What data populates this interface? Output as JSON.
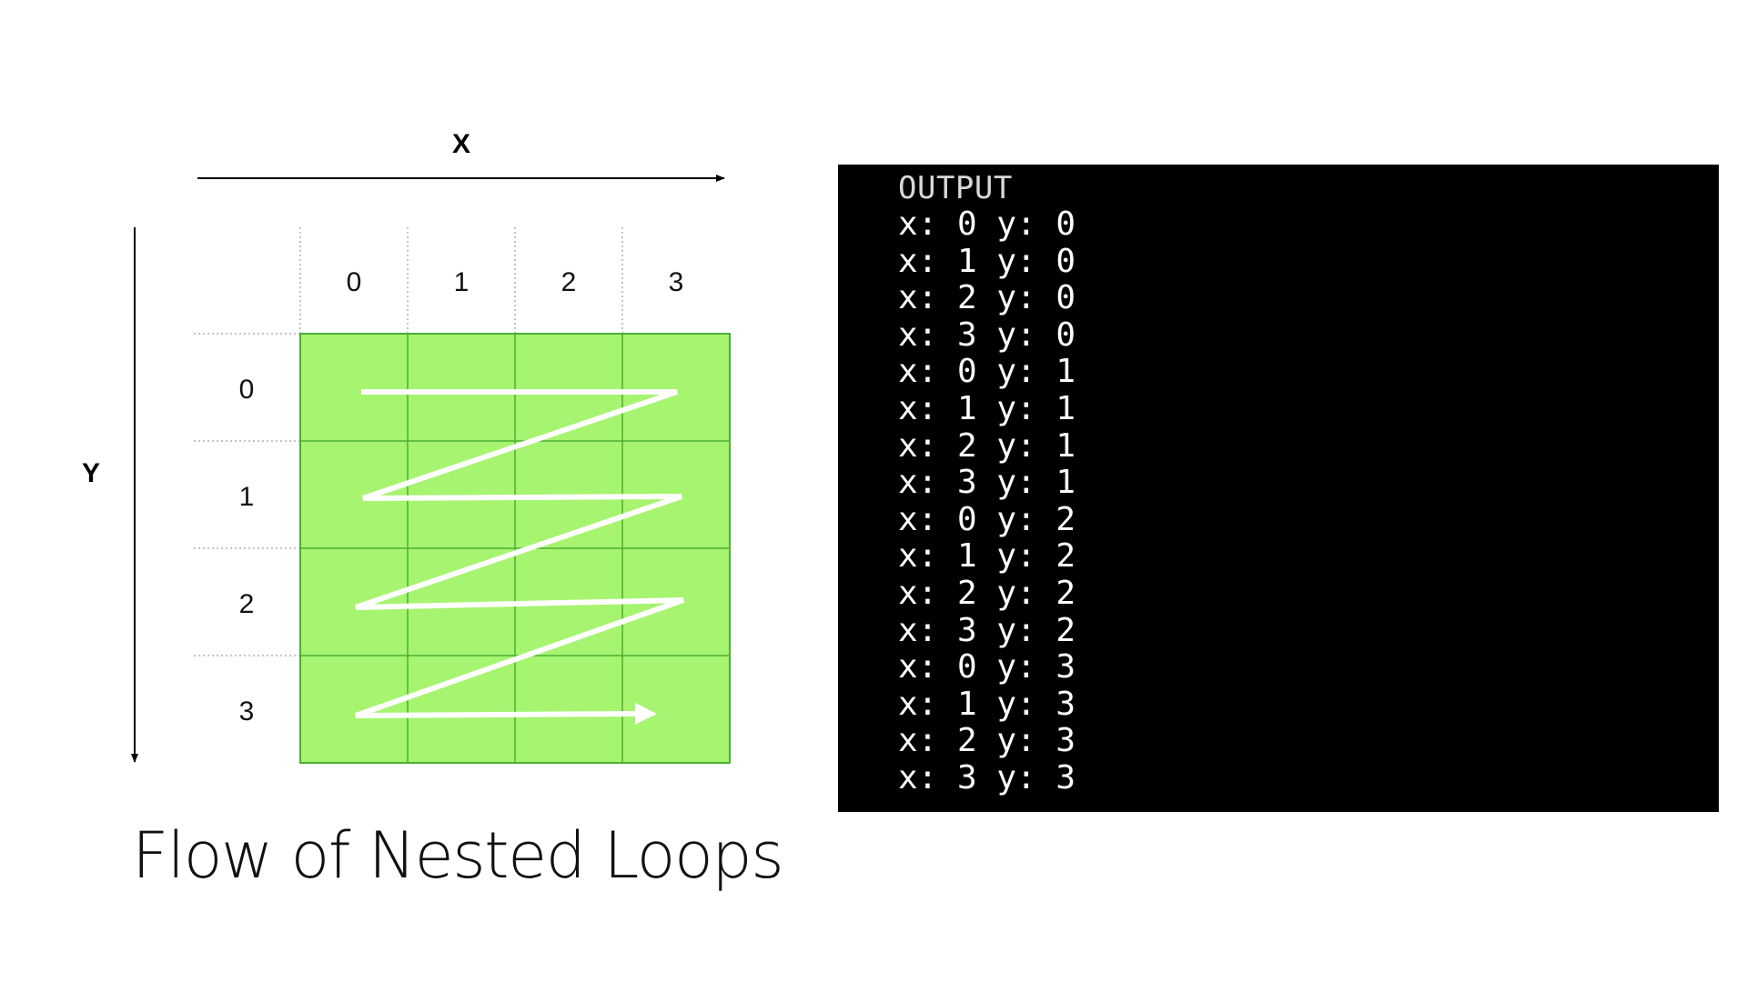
{
  "diagram": {
    "x_axis_label": "X",
    "y_axis_label": "Y",
    "column_labels": [
      "0",
      "1",
      "2",
      "3"
    ],
    "row_labels": [
      "0",
      "1",
      "2",
      "3"
    ],
    "grid_fill": "#a6f46f",
    "grid_stroke": "#4caf35",
    "path_color": "#ffffff",
    "traversal_order": "row-major zigzag: x 0→3 within each y row, y 0→3"
  },
  "caption": "Flow of Nested Loops",
  "console": {
    "title": "OUTPUT",
    "lines": [
      "x: 0 y: 0",
      "x: 1 y: 0",
      "x: 2 y: 0",
      "x: 3 y: 0",
      "x: 0 y: 1",
      "x: 1 y: 1",
      "x: 2 y: 1",
      "x: 3 y: 1",
      "x: 0 y: 2",
      "x: 1 y: 2",
      "x: 2 y: 2",
      "x: 3 y: 2",
      "x: 0 y: 3",
      "x: 1 y: 3",
      "x: 2 y: 3",
      "x: 3 y: 3"
    ],
    "background": "#000000",
    "text_color": "#ffffff"
  }
}
